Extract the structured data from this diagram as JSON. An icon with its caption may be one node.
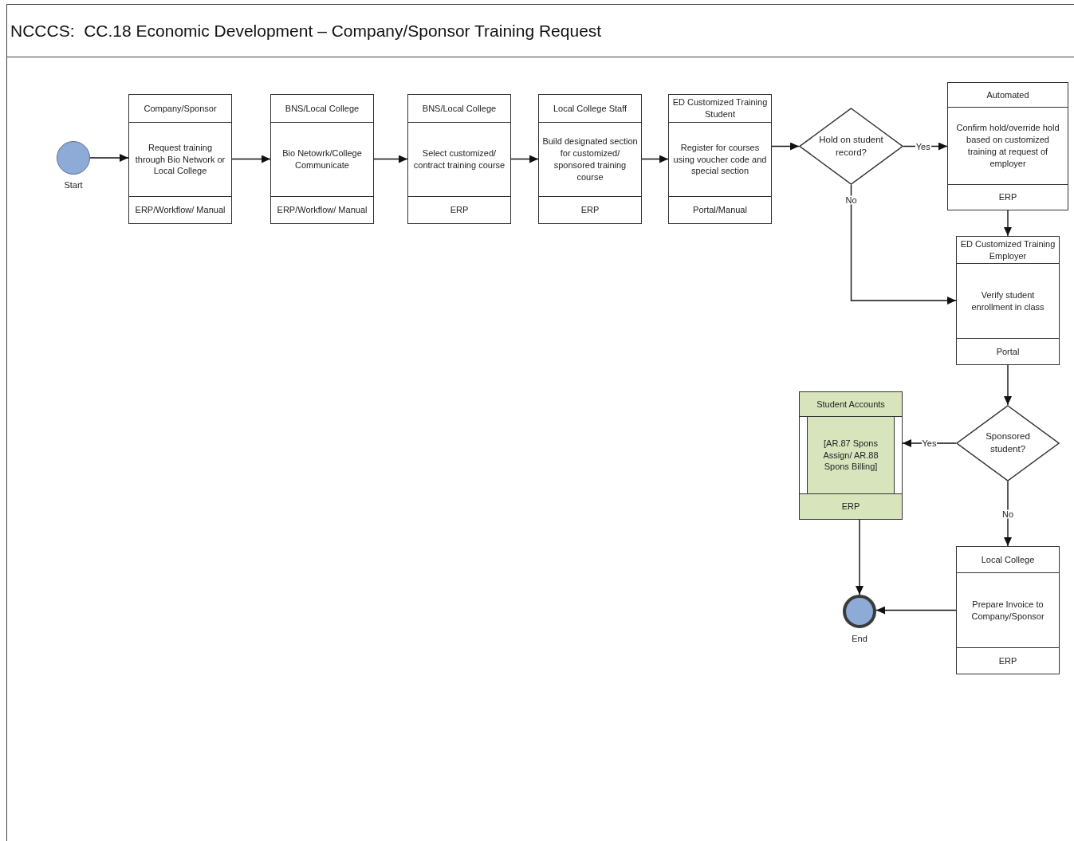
{
  "diagram": {
    "title": "NCCCS:  CC.18 Economic Development – Company/Sponsor Training Request",
    "nodes": [
      {
        "text": [],
        "shape": "circle",
        "beside": [
          "Start"
        ]
      },
      {
        "text": [
          "Company/Sponsor",
          "Request training through Bio Network or Local College",
          "ERP/Workflow/ Manual"
        ]
      },
      {
        "text": [
          "BNS/Local College",
          "Bio Netowrk/College Communicate",
          "ERP/Workflow/ Manual"
        ]
      },
      {
        "text": [
          "BNS/Local College",
          "Select customized/ contract training course",
          "ERP"
        ]
      },
      {
        "text": [
          "Local College Staff",
          "Build designated section for customized/ sponsored training course",
          "ERP"
        ]
      },
      {
        "text": [
          "ED Customized Training  Student",
          "Register for courses using voucher code and special section",
          "Portal/Manual"
        ]
      },
      {
        "text": [
          "Hold on student record?"
        ]
      },
      {
        "text": [
          "Automated",
          "Confirm hold/override hold based on customized training at request of employer",
          "ERP"
        ]
      },
      {
        "text": [
          "ED Customized Training Employer",
          "Verify student enrollment in class",
          "Portal"
        ]
      },
      {
        "text": [
          "Sponsored student?"
        ]
      },
      {
        "text": [
          "Student Accounts",
          "[AR.87 Spons Assign/ AR.88 Spons Billing]",
          "ERP"
        ]
      },
      {
        "text": [
          "Local College",
          "Prepare Invoice to Company/Sponsor",
          "ERP"
        ]
      },
      {
        "text": [],
        "shape": "circle",
        "beside": [
          "End"
        ]
      }
    ],
    "edges": [
      {
        "from": 0,
        "to": 1,
        "arrow": "to"
      },
      {
        "from": 1,
        "to": 2,
        "arrow": "to"
      },
      {
        "from": 2,
        "to": 3,
        "arrow": "to"
      },
      {
        "from": 3,
        "to": 4,
        "arrow": "to"
      },
      {
        "from": 4,
        "to": 5,
        "arrow": "to"
      },
      {
        "from": 5,
        "to": 6,
        "arrow": "to"
      },
      {
        "from": 6,
        "to": 7,
        "arrow": "to",
        "label": "Yes"
      },
      {
        "from": 6,
        "to": 8,
        "arrow": "to",
        "label": "No"
      },
      {
        "from": 7,
        "to": 8,
        "arrow": "to"
      },
      {
        "from": 8,
        "to": 9,
        "arrow": "to"
      },
      {
        "from": 9,
        "to": 10,
        "arrow": "to",
        "label": "Yes"
      },
      {
        "from": 9,
        "to": 11,
        "arrow": "to",
        "label": "No"
      },
      {
        "from": 10,
        "to": 12,
        "arrow": "to"
      },
      {
        "from": 11,
        "to": 12,
        "arrow": "to"
      }
    ]
  }
}
